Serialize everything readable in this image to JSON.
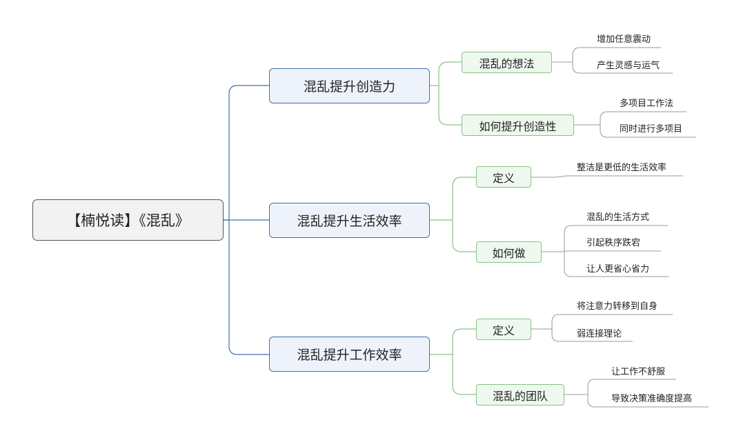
{
  "root": {
    "label": "【楠悦读】《混乱》"
  },
  "branches": [
    {
      "label": "混乱提升创造力",
      "children": [
        {
          "label": "混乱的想法",
          "leaves": [
            "增加任意震动",
            "产生灵感与运气"
          ]
        },
        {
          "label": "如何提升创造性",
          "leaves": [
            "多项目工作法",
            "同时进行多项目"
          ]
        }
      ]
    },
    {
      "label": "混乱提升生活效率",
      "children": [
        {
          "label": "定义",
          "leaves": [
            "整洁是更低的生活效率"
          ]
        },
        {
          "label": "如何做",
          "leaves": [
            "混乱的生活方式",
            "引起秩序跌宕",
            "让人更省心省力"
          ]
        }
      ]
    },
    {
      "label": "混乱提升工作效率",
      "children": [
        {
          "label": "定义",
          "leaves": [
            "将注意力转移到自身",
            "弱连接理论"
          ]
        },
        {
          "label": "混乱的团队",
          "leaves": [
            "让工作不舒服",
            "导致决策准确度提高"
          ]
        }
      ]
    }
  ],
  "colors": {
    "root_border": "#555555",
    "main_link": "#3f6fad",
    "sub_link": "#86c286",
    "leaf_line": "#999999"
  }
}
